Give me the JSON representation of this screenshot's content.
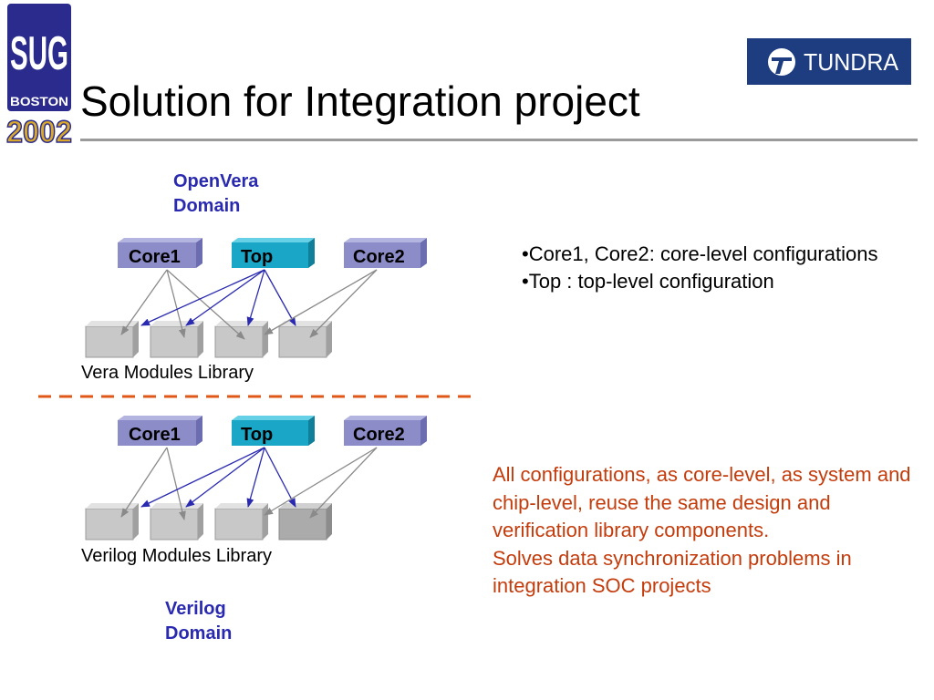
{
  "logo_left": {
    "letters": "SUG",
    "city": "BOSTON",
    "year": "2002"
  },
  "logo_right": {
    "brand": "TUNDRA"
  },
  "title": "Solution for Integration project",
  "top_domain": "OpenVera\nDomain",
  "bottom_domain": "Verilog\nDomain",
  "config_boxes": [
    "Core1",
    "Top",
    "Core2"
  ],
  "top_library_label": "Vera Modules Library",
  "bottom_library_label": "Verilog Modules Library",
  "notes": [
    "•Core1, Core2: core-level configurations",
    "•Top : top-level configuration"
  ],
  "summary": [
    "All configurations, as core-level, as system and chip-level, reuse the same design and verification library components.",
    "Solves data synchronization problems in integration SOC projects"
  ],
  "colors": {
    "core_box": "#8c8cc8",
    "top_box": "#1aa6c6",
    "module_box": "#c8c8c8",
    "domain_text": "#2a2ab0",
    "summary_text": "#c43c0c",
    "divider": "#e05818",
    "logo_blue": "#2b2b8e",
    "logo_gold": "#d8a82a",
    "tundra_bg": "#1d3d80"
  }
}
